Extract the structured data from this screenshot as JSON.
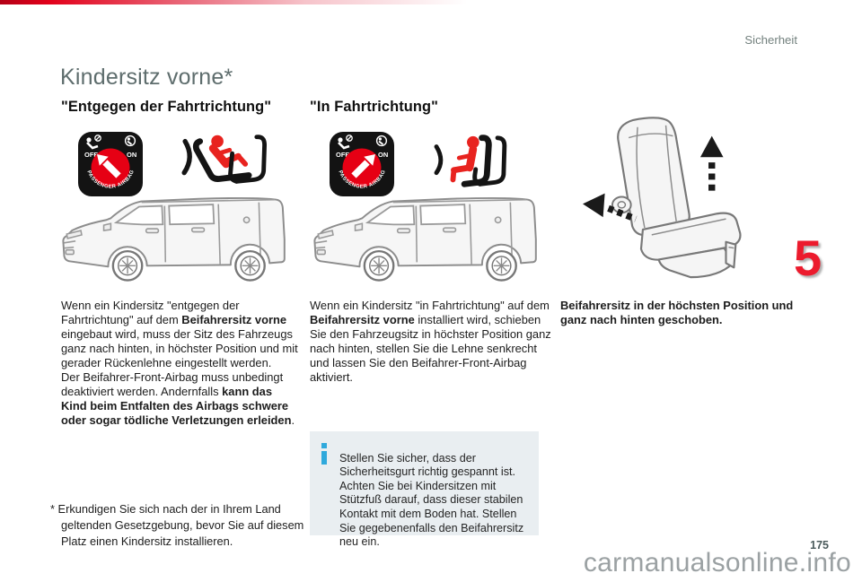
{
  "header": {
    "section_label": "Sicherheit"
  },
  "title": "Kindersitz vorne*",
  "chapter_number": "5",
  "page_number": "175",
  "watermark": "carmanualsonline.info",
  "airbag_switch_icon": {
    "off_label": "OFF",
    "on_label": "ON",
    "curved_label": "PASSENGER AIRBAG"
  },
  "columns": {
    "rearward": {
      "heading": "\"Entgegen der Fahrtrichtung\"",
      "body": {
        "seg1": "Wenn ein Kindersitz \"entgegen der Fahrtrichtung\" auf dem ",
        "seg2_bold": "Beifahrersitz vorne",
        "seg3": " eingebaut wird, muss der Sitz des Fahrzeugs ganz nach hinten, in höchster Position und mit gerader Rückenlehne eingestellt werden.",
        "seg4": "Der Beifahrer-Front-Airbag muss unbedingt deaktiviert werden. Andernfalls ",
        "seg5_bold": "kann das Kind beim Entfalten des Airbags schwere oder sogar tödliche Verletzungen erleiden",
        "seg6": "."
      }
    },
    "forward": {
      "heading": "\"In Fahrtrichtung\"",
      "body": {
        "seg1": "Wenn ein Kindersitz \"in Fahrtrichtung\" auf dem ",
        "seg2_bold": "Beifahrersitz vorne",
        "seg3": " installiert wird, schieben Sie den Fahrzeugsitz in höchster Position ganz nach hinten, stellen Sie die Lehne senkrecht und lassen Sie den Beifahrer-Front-Airbag aktiviert."
      }
    },
    "seat_position": {
      "caption": "Beifahrersitz in der höchsten Position und ganz nach hinten geschoben."
    }
  },
  "info_box": {
    "text": "Stellen Sie sicher, dass der Sicherheitsgurt richtig gespannt ist. Achten Sie bei Kindersitzen mit Stützfuß darauf, dass dieser stabilen Kontakt mit dem Boden hat. Stellen Sie gegebenenfalls den Beifahrersitz neu ein."
  },
  "footnote": {
    "marker": "*",
    "text": " Erkundigen Sie sich nach der in Ihrem Land geltenden Gesetzgebung, bevor Sie auf diesem Platz einen Kindersitz installieren."
  },
  "colors": {
    "accent_red": "#e2001a",
    "chapter_red": "#ec1b2d",
    "info_blue": "#2fa9dc",
    "title_gray": "#5e6d6d",
    "infobox_bg": "#e9eef1",
    "watermark_gray": "#9ba1a3"
  }
}
